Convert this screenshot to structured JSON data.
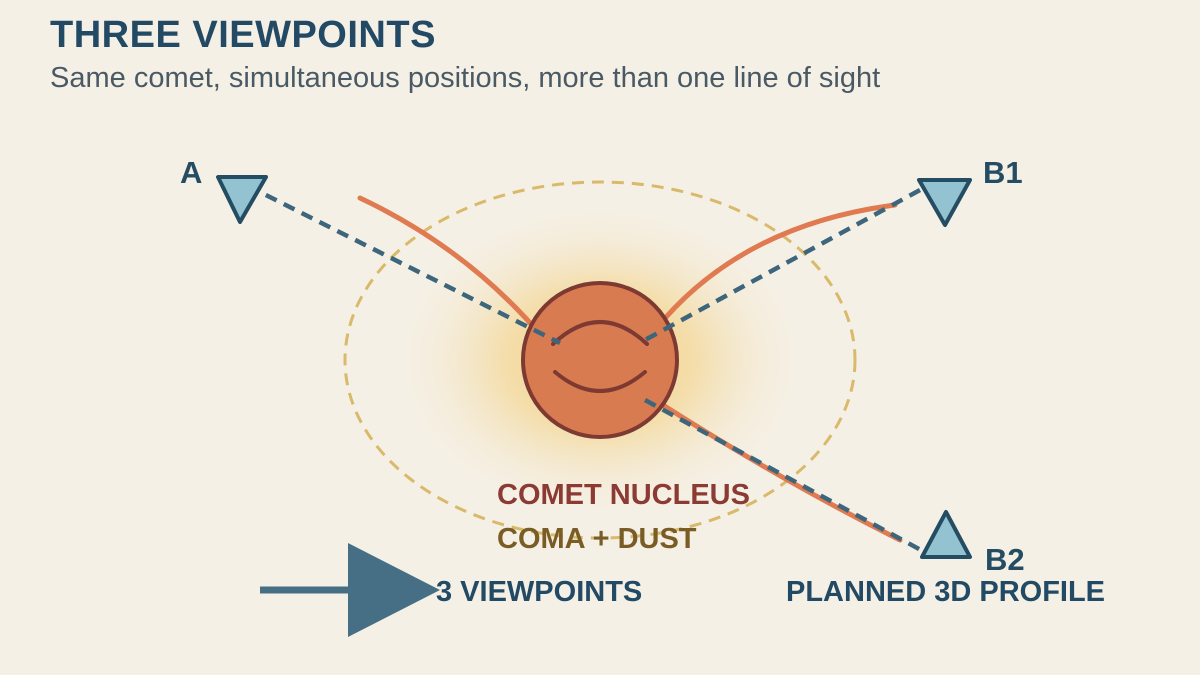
{
  "header": {
    "title": "THREE VIEWPOINTS",
    "subtitle": "Same comet, simultaneous positions, more than one line of sight"
  },
  "viewpoints": {
    "a": "A",
    "b1": "B1",
    "b2": "B2"
  },
  "labels": {
    "nucleus": "COMET NUCLEUS",
    "coma": "COMA + DUST",
    "count": "3 VIEWPOINTS",
    "profile": "PLANNED 3D PROFILE"
  },
  "colors": {
    "background": "#f5f0e6",
    "title": "#234a64",
    "nucleus_fill": "#d97b50",
    "nucleus_stroke": "#7d3a32",
    "tail": "#e07a50",
    "coma_outline": "#d9b96a",
    "sight_line": "#3d667c",
    "viewpoint_fill": "#93c3d1",
    "viewpoint_stroke": "#244c62",
    "nucleus_label": "#8b3b33",
    "coma_label": "#7a5c25",
    "footer_label": "#234a64"
  }
}
